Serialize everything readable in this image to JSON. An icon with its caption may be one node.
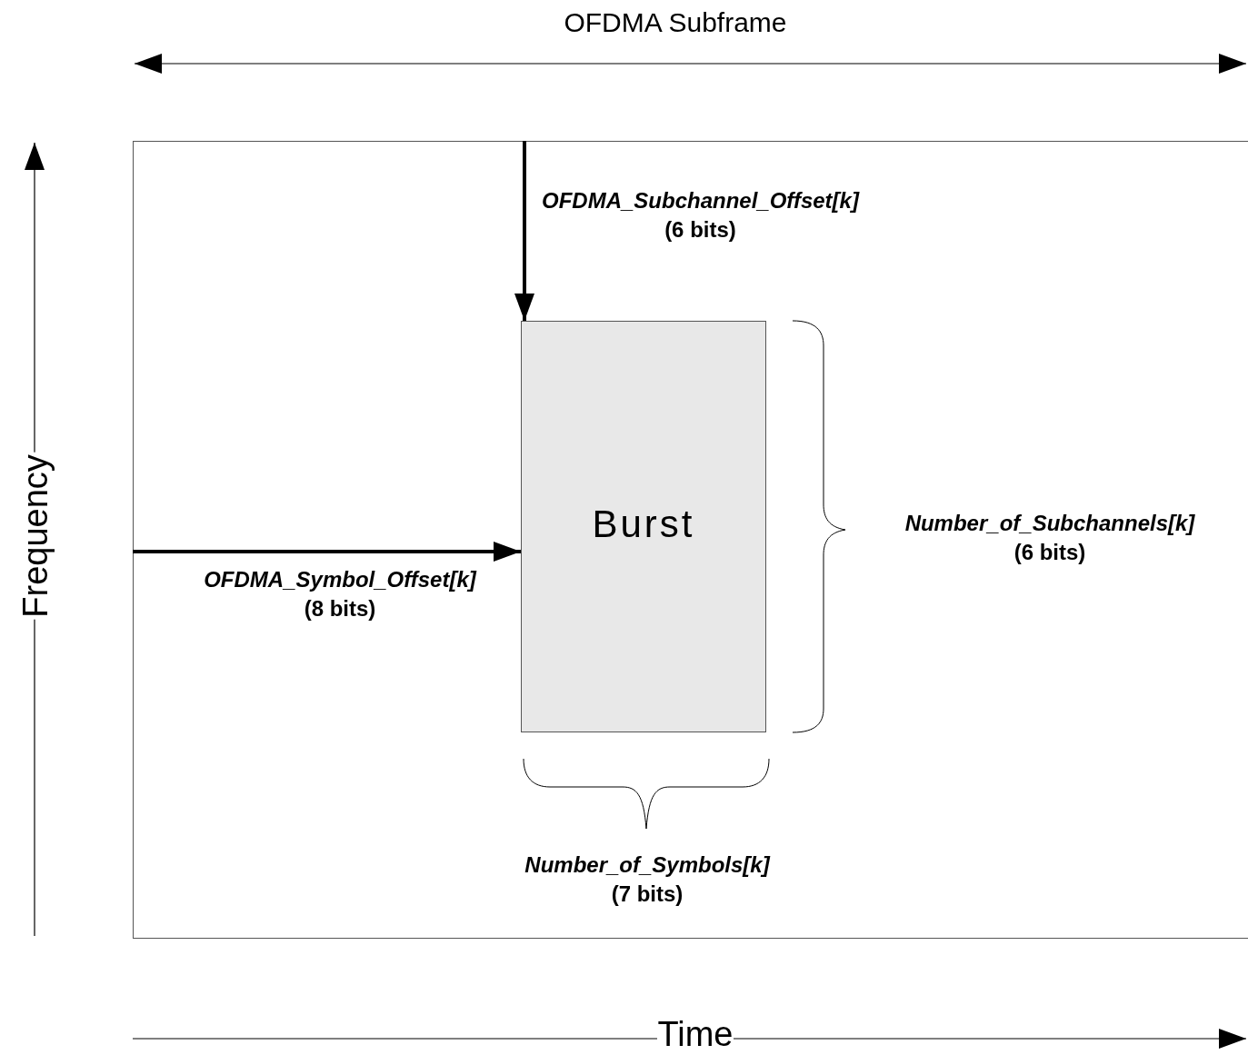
{
  "diagram": {
    "nodes": [
      {
        "text": [],
        "shape": "box"
      },
      {
        "text": [
          "Burst"
        ],
        "in": 0
      }
    ],
    "edges": [
      {
        "from": 0,
        "to": 1,
        "arrow": "to",
        "label": "*OFDMA_Subchannel_Offset[k]* (6 bits)"
      },
      {
        "from": 0,
        "to": 1,
        "arrow": "to",
        "label": "*OFDMA_Symbol_Offset[k]* (8 bits)"
      }
    ],
    "labels": [
      "OFDMA Subframe",
      "Frequency",
      "*Number_of_Subchannels[k]* (6 bits)",
      "*Number_of_Symbols[k]* (7 bits)",
      "Time"
    ]
  }
}
